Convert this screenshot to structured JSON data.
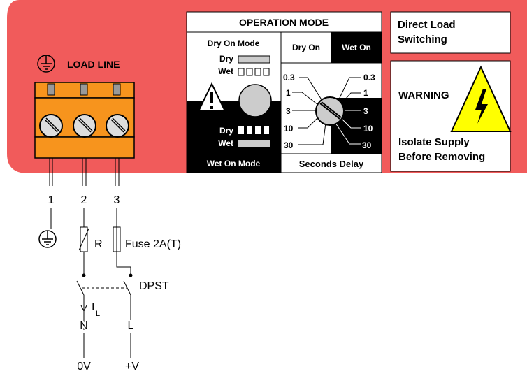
{
  "panel": {
    "load_line_label": "LOAD LINE",
    "colors": {
      "housing": "#f15b5b",
      "terminal": "#f7941d",
      "warning": "#ffff00"
    }
  },
  "operation_mode": {
    "title": "OPERATION MODE",
    "dry_on_mode": {
      "title": "Dry On Mode",
      "dry_label": "Dry",
      "wet_label": "Wet"
    },
    "wet_on_mode": {
      "title": "Wet On Mode",
      "dry_label": "Dry",
      "wet_label": "Wet"
    },
    "dial": {
      "left_header": "Dry On",
      "right_header": "Wet On",
      "left_values": [
        "0.3",
        "1",
        "3",
        "10",
        "30"
      ],
      "right_values": [
        "0.3",
        "1",
        "3",
        "10",
        "30"
      ],
      "footer": "Seconds Delay"
    }
  },
  "info": {
    "direct_load_line1": "Direct Load",
    "direct_load_line2": "Switching",
    "warning_title": "WARNING",
    "warning_line1": "Isolate Supply",
    "warning_line2": "Before Removing"
  },
  "wiring": {
    "terminals": [
      "1",
      "2",
      "3"
    ],
    "resistor_label": "R",
    "fuse_label": "Fuse 2A(T)",
    "switch_label": "DPST",
    "current_label": "I",
    "current_subscript": "L",
    "neutral_label": "N",
    "line_label": "L",
    "neutral_voltage": "0V",
    "line_voltage": "+V"
  }
}
